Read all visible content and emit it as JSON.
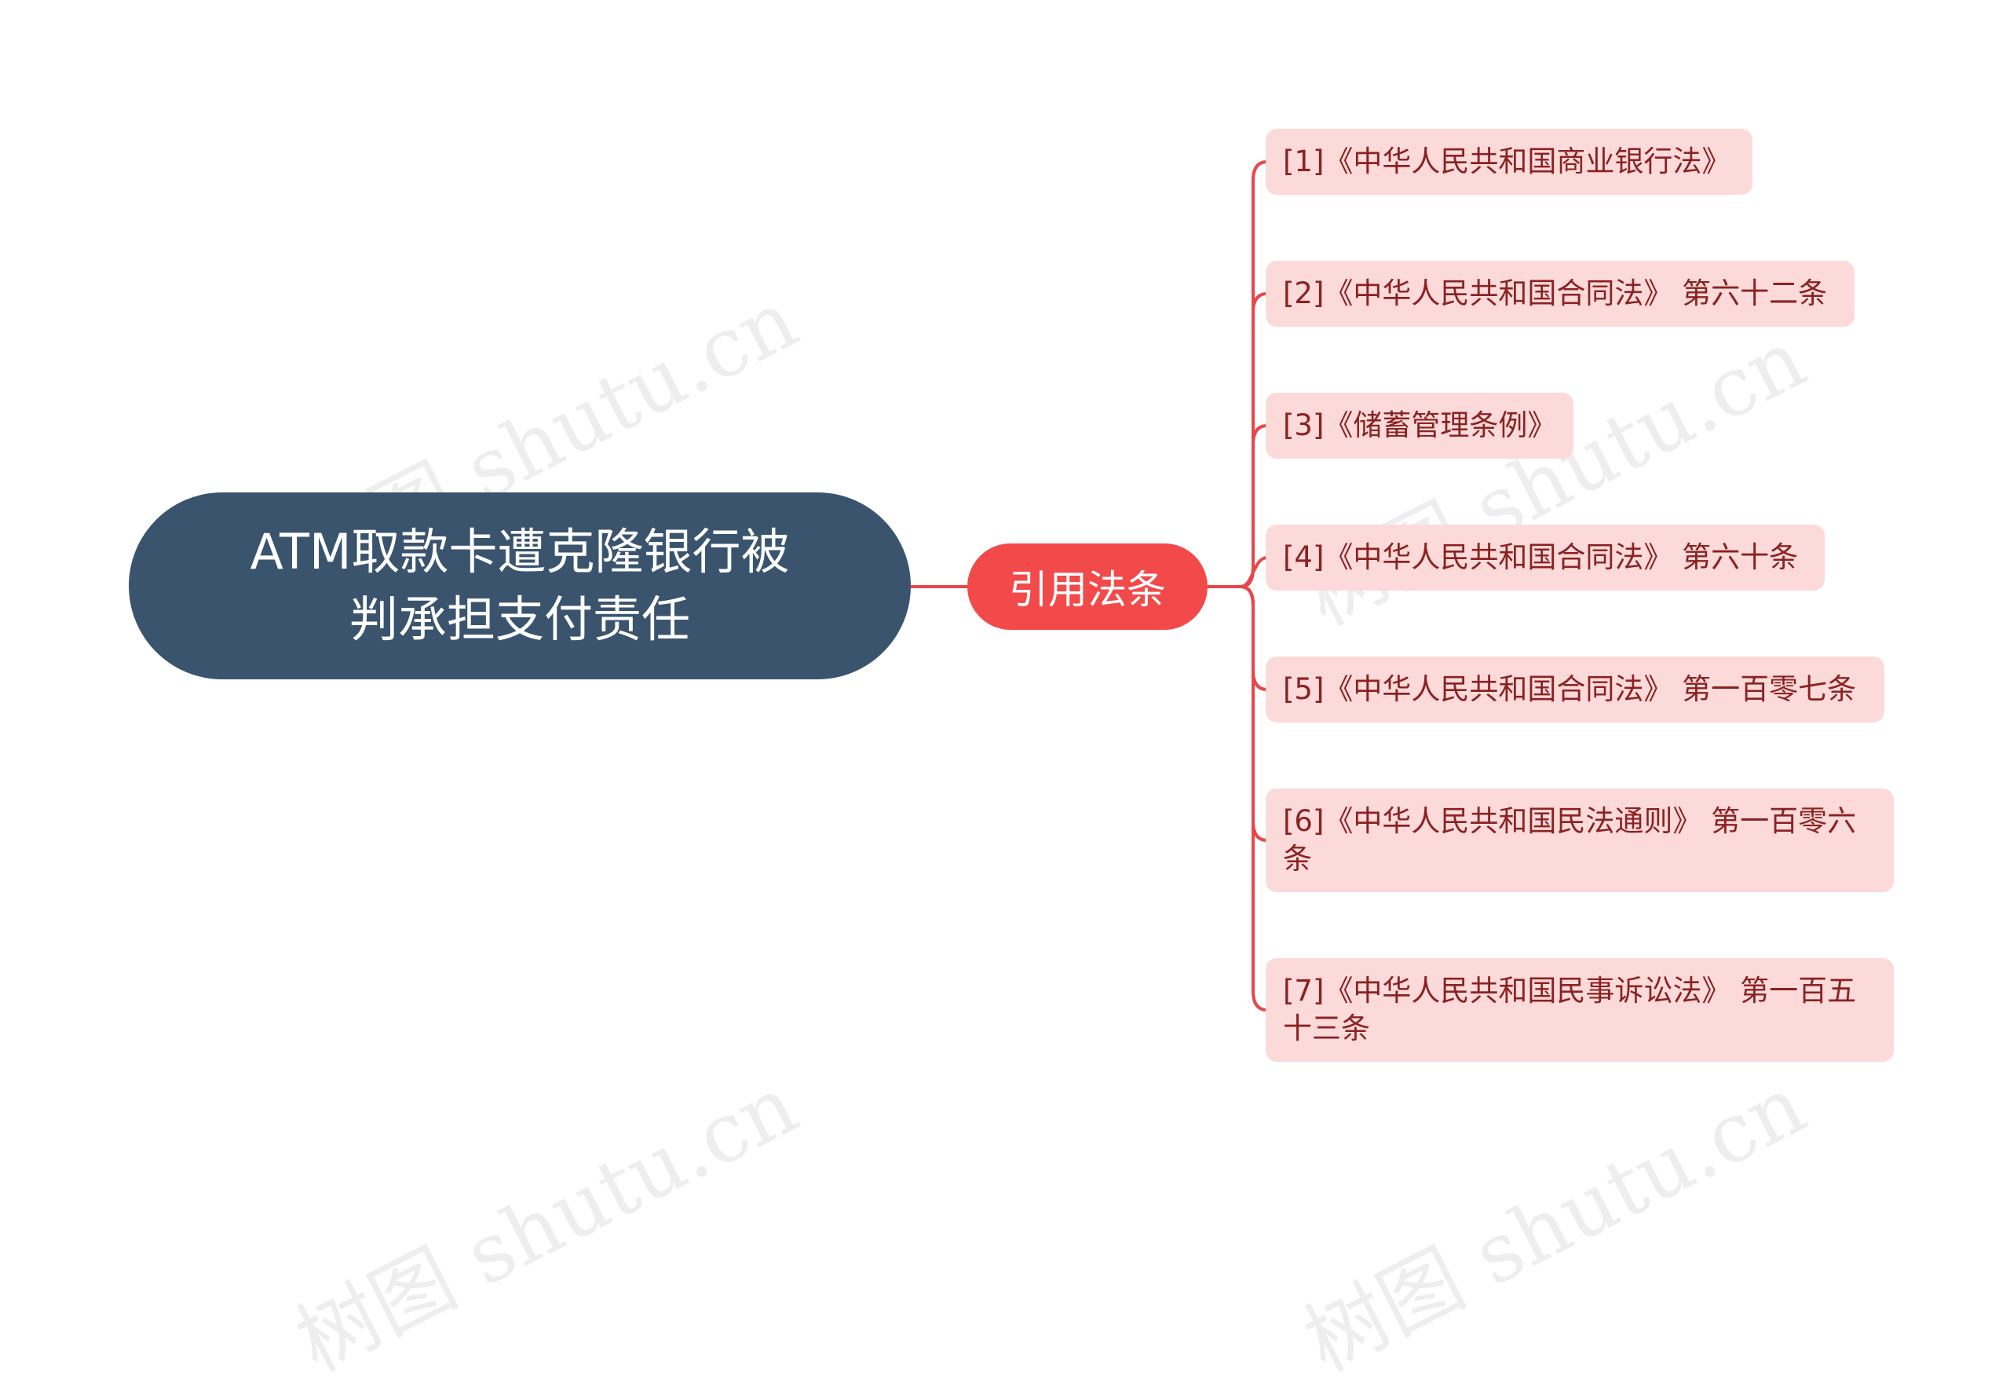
{
  "root": {
    "line1": "ATM取款卡遭克隆银行被",
    "line2": "判承担支付责任"
  },
  "branch": {
    "label": "引用法条"
  },
  "leaves": [
    "[1]《中华人民共和国商业银行法》",
    "[2]《中华人民共和国合同法》 第六十二条",
    "[3]《储蓄管理条例》",
    "[4]《中华人民共和国合同法》 第六十条",
    "[5]《中华人民共和国合同法》 第一百零七条",
    "[6]《中华人民共和国民法通则》 第一百零六条",
    "[7]《中华人民共和国民事诉讼法》 第一百五十三条"
  ],
  "watermark": "树图 shutu.cn",
  "colors": {
    "root_bg": "#3a546e",
    "branch_bg": "#f24a4a",
    "leaf_bg": "#fcdada",
    "leaf_text": "#8a2222",
    "connector": "#e8474a"
  }
}
